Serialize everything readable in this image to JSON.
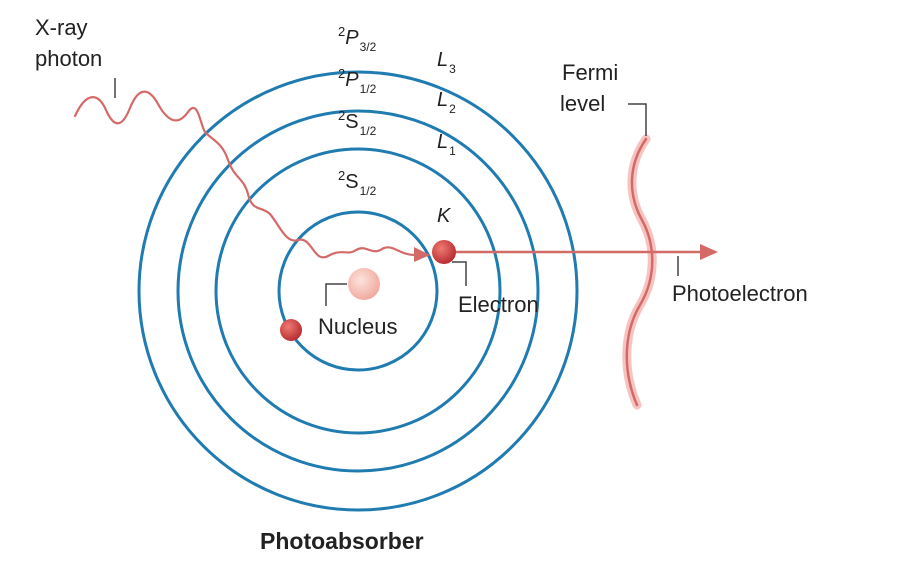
{
  "labels": {
    "xray_line1": "X-ray",
    "xray_line2": "photon",
    "fermi_line1": "Fermi",
    "fermi_line2": "level",
    "nucleus": "Nucleus",
    "electron": "Electron",
    "photoelectron": "Photoelectron",
    "title": "Photoabsorber",
    "K": "K",
    "L1": "L",
    "L1_sub": "1",
    "L2": "L",
    "L2_sub": "2",
    "L3": "L",
    "L3_sub": "3"
  },
  "orbitals": [
    {
      "sup": "2",
      "letter": "P",
      "sub": "3/2"
    },
    {
      "sup": "2",
      "letter": "P",
      "sub": "1/2"
    },
    {
      "sup": "2",
      "letter": "S",
      "sub": "1/2"
    },
    {
      "sup": "2",
      "letter": "S",
      "sub": "1/2"
    }
  ],
  "colors": {
    "shell": "#1f7bb0",
    "photon": "#d46a68",
    "electron": "#cc3f3f",
    "nucleus": "#f3b6ae",
    "fermi_glow": "#f6c3c0",
    "text": "#222222"
  }
}
